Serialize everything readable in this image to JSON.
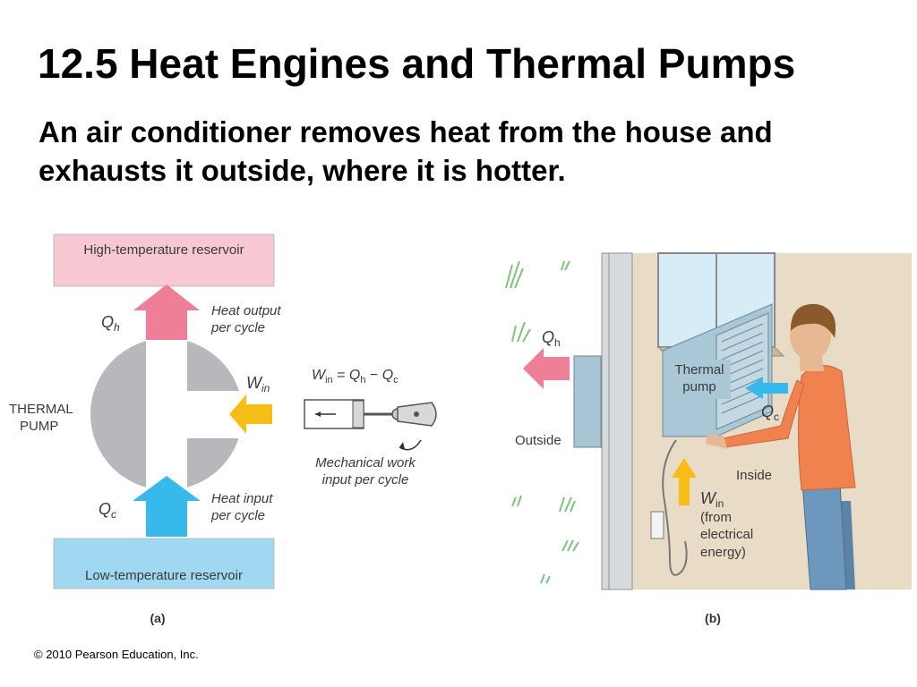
{
  "slide": {
    "title": "12.5 Heat Engines and Thermal Pumps",
    "subtitle": "An air conditioner removes heat from the house and exhausts it outside, where it is hotter.",
    "copyright": "© 2010 Pearson Education, Inc."
  },
  "diagram_a": {
    "high_reservoir": "High-temperature reservoir",
    "low_reservoir": "Low-temperature reservoir",
    "device_line1": "THERMAL",
    "device_line2": "PUMP",
    "qh_main": "Q",
    "qh_sub": "h",
    "qc_main": "Q",
    "qc_sub": "c",
    "win_main": "W",
    "win_sub": "in",
    "heat_output_line1": "Heat output",
    "heat_output_line2": "per cycle",
    "heat_input_line1": "Heat input",
    "heat_input_line2": "per cycle",
    "equation": {
      "w": "W",
      "w_sub": "in",
      "eq": " = ",
      "qh": "Q",
      "qh_sub": "h",
      "minus": " − ",
      "qc": "Q",
      "qc_sub": "c"
    },
    "mech_line1": "Mechanical work",
    "mech_line2": "input per cycle",
    "caption": "(a)"
  },
  "diagram_b": {
    "qh_main": "Q",
    "qh_sub": "h",
    "qc_main": "Q",
    "qc_sub": "c",
    "pump_line1": "Thermal",
    "pump_line2": "pump",
    "outside": "Outside",
    "inside": "Inside",
    "win_main": "W",
    "win_sub": "in",
    "win_line1": "(from",
    "win_line2": "electrical",
    "win_line3": "energy)",
    "caption": "(b)"
  },
  "colors": {
    "reservoir_hot": "#f7c8d2",
    "reservoir_cold": "#9fd8f0",
    "arrow_hot": "#ee7f96",
    "arrow_cold": "#38b9ec",
    "arrow_work": "#f6bd16",
    "device_gray": "#b6b8bb"
  }
}
